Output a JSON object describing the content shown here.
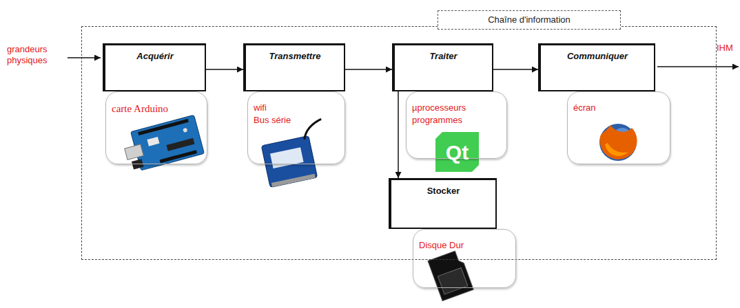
{
  "diagram": {
    "nodes": [
      {
        "text": [
          "Chaîne d'information"
        ]
      },
      {
        "text": [
          "Acquérir"
        ],
        "in": 0
      },
      {
        "text": [
          "carte Arduino"
        ],
        "in": 0
      },
      {
        "text": [
          "Transmettre"
        ],
        "in": 0
      },
      {
        "text": [
          "wifi",
          "Bus série"
        ],
        "in": 0
      },
      {
        "text": [
          "Traiter"
        ],
        "in": 0
      },
      {
        "text": [
          "µprocesseurs programmes"
        ],
        "in": 0
      },
      {
        "text": [
          "Communiquer"
        ],
        "in": 0
      },
      {
        "text": [
          "écran"
        ],
        "in": 0
      },
      {
        "text": [
          "Stocker"
        ],
        "in": 0
      },
      {
        "text": [
          "Disque Dur"
        ],
        "in": 0
      }
    ],
    "edges": [
      {
        "from": 1,
        "to": 3,
        "arrow": "to"
      },
      {
        "from": 3,
        "to": 5,
        "arrow": "to"
      },
      {
        "from": 5,
        "to": 7,
        "arrow": "to"
      },
      {
        "from": 5,
        "to": 9,
        "arrow": "to"
      }
    ],
    "labels": [
      "grandeurs physiques",
      "IHM",
      "Qt"
    ]
  }
}
